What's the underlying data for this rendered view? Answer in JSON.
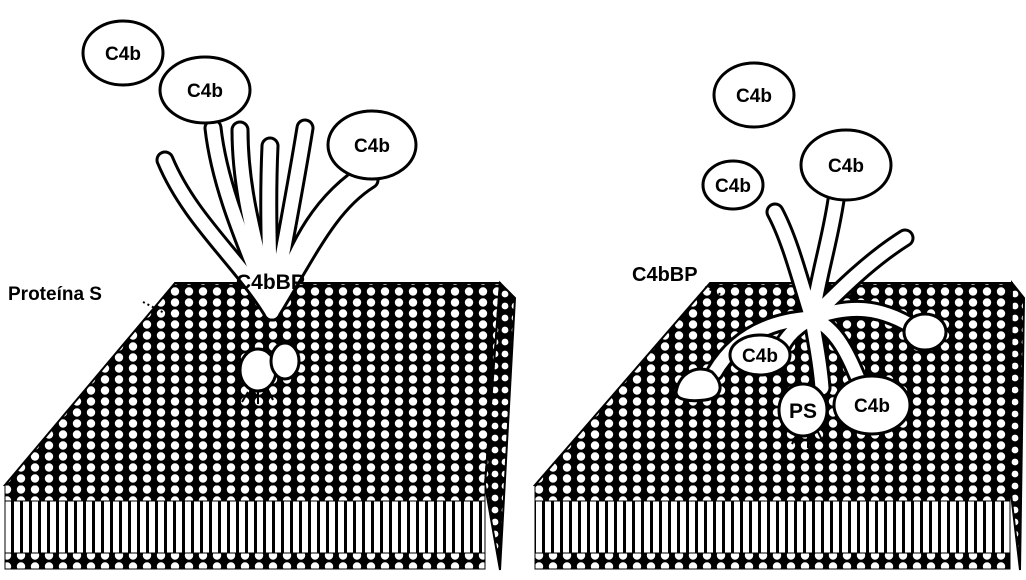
{
  "left_panel": {
    "c4b_labels": [
      "C4b",
      "C4b",
      "C4b"
    ],
    "c4bbp_label": "C4bBP",
    "protein_s_label": "Proteína S"
  },
  "right_panel": {
    "c4b_labels": [
      "C4b",
      "C4b",
      "C4b",
      "C4b",
      "C4b"
    ],
    "c4bbp_label": "C4bBP",
    "ps_label": "PS"
  },
  "colors": {
    "ink": "#000000",
    "paper": "#ffffff"
  }
}
